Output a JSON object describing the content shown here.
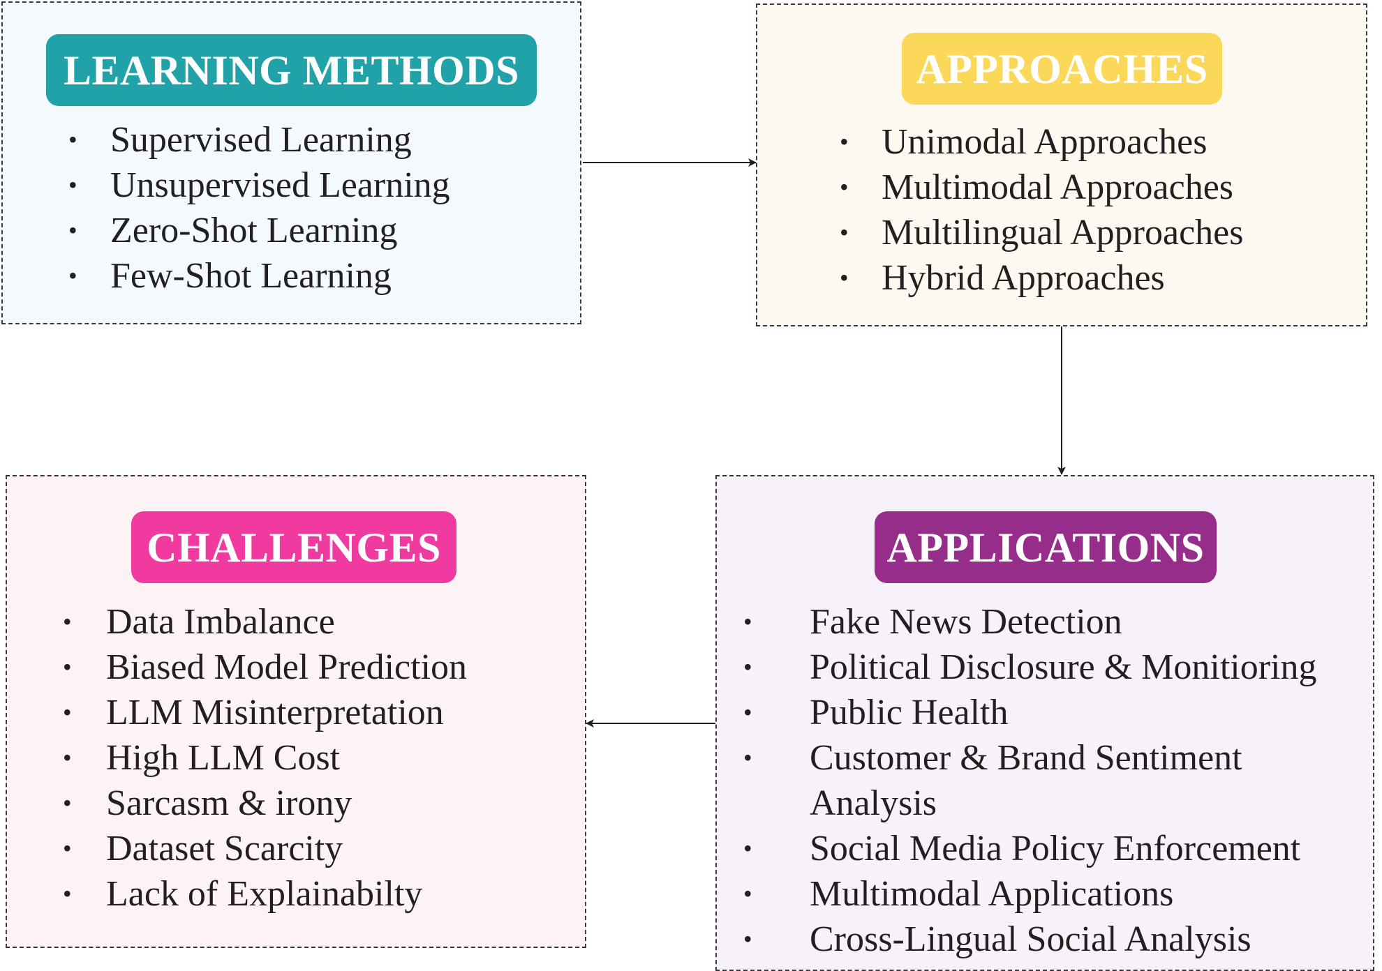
{
  "learning_methods": {
    "title": "LEARNING METHODS",
    "color": "#21a2a8",
    "background": "#f3f9fc",
    "items": [
      "Supervised Learning",
      "Unsupervised Learning",
      "Zero-Shot Learning",
      "Few-Shot Learning"
    ]
  },
  "approaches": {
    "title": "APPROACHES",
    "color": "#fbd85a",
    "background": "#fdf9f1",
    "items": [
      "Unimodal Approaches",
      "Multimodal Approaches",
      "Multilingual Approaches",
      "Hybrid Approaches"
    ]
  },
  "applications": {
    "title": "APPLICATIONS",
    "color": "#962d8a",
    "background": "#f7f2fa",
    "items": [
      "Fake News Detection",
      "Political Disclosure & Monitioring",
      "Public Health",
      "Customer & Brand Sentiment",
      "Analysis",
      "Social Media Policy Enforcement",
      "Multimodal Applications",
      "Cross-Lingual Social Analysis"
    ]
  },
  "challenges": {
    "title": "CHALLENGES",
    "color": "#f03aa0",
    "background": "#fdf2f4",
    "items": [
      "Data Imbalance",
      "Biased Model Prediction",
      "LLM Misinterpretation",
      "High LLM Cost",
      "Sarcasm & irony",
      "Dataset Scarcity",
      "Lack of Explainabilty"
    ]
  },
  "bullet_symbol": "•"
}
